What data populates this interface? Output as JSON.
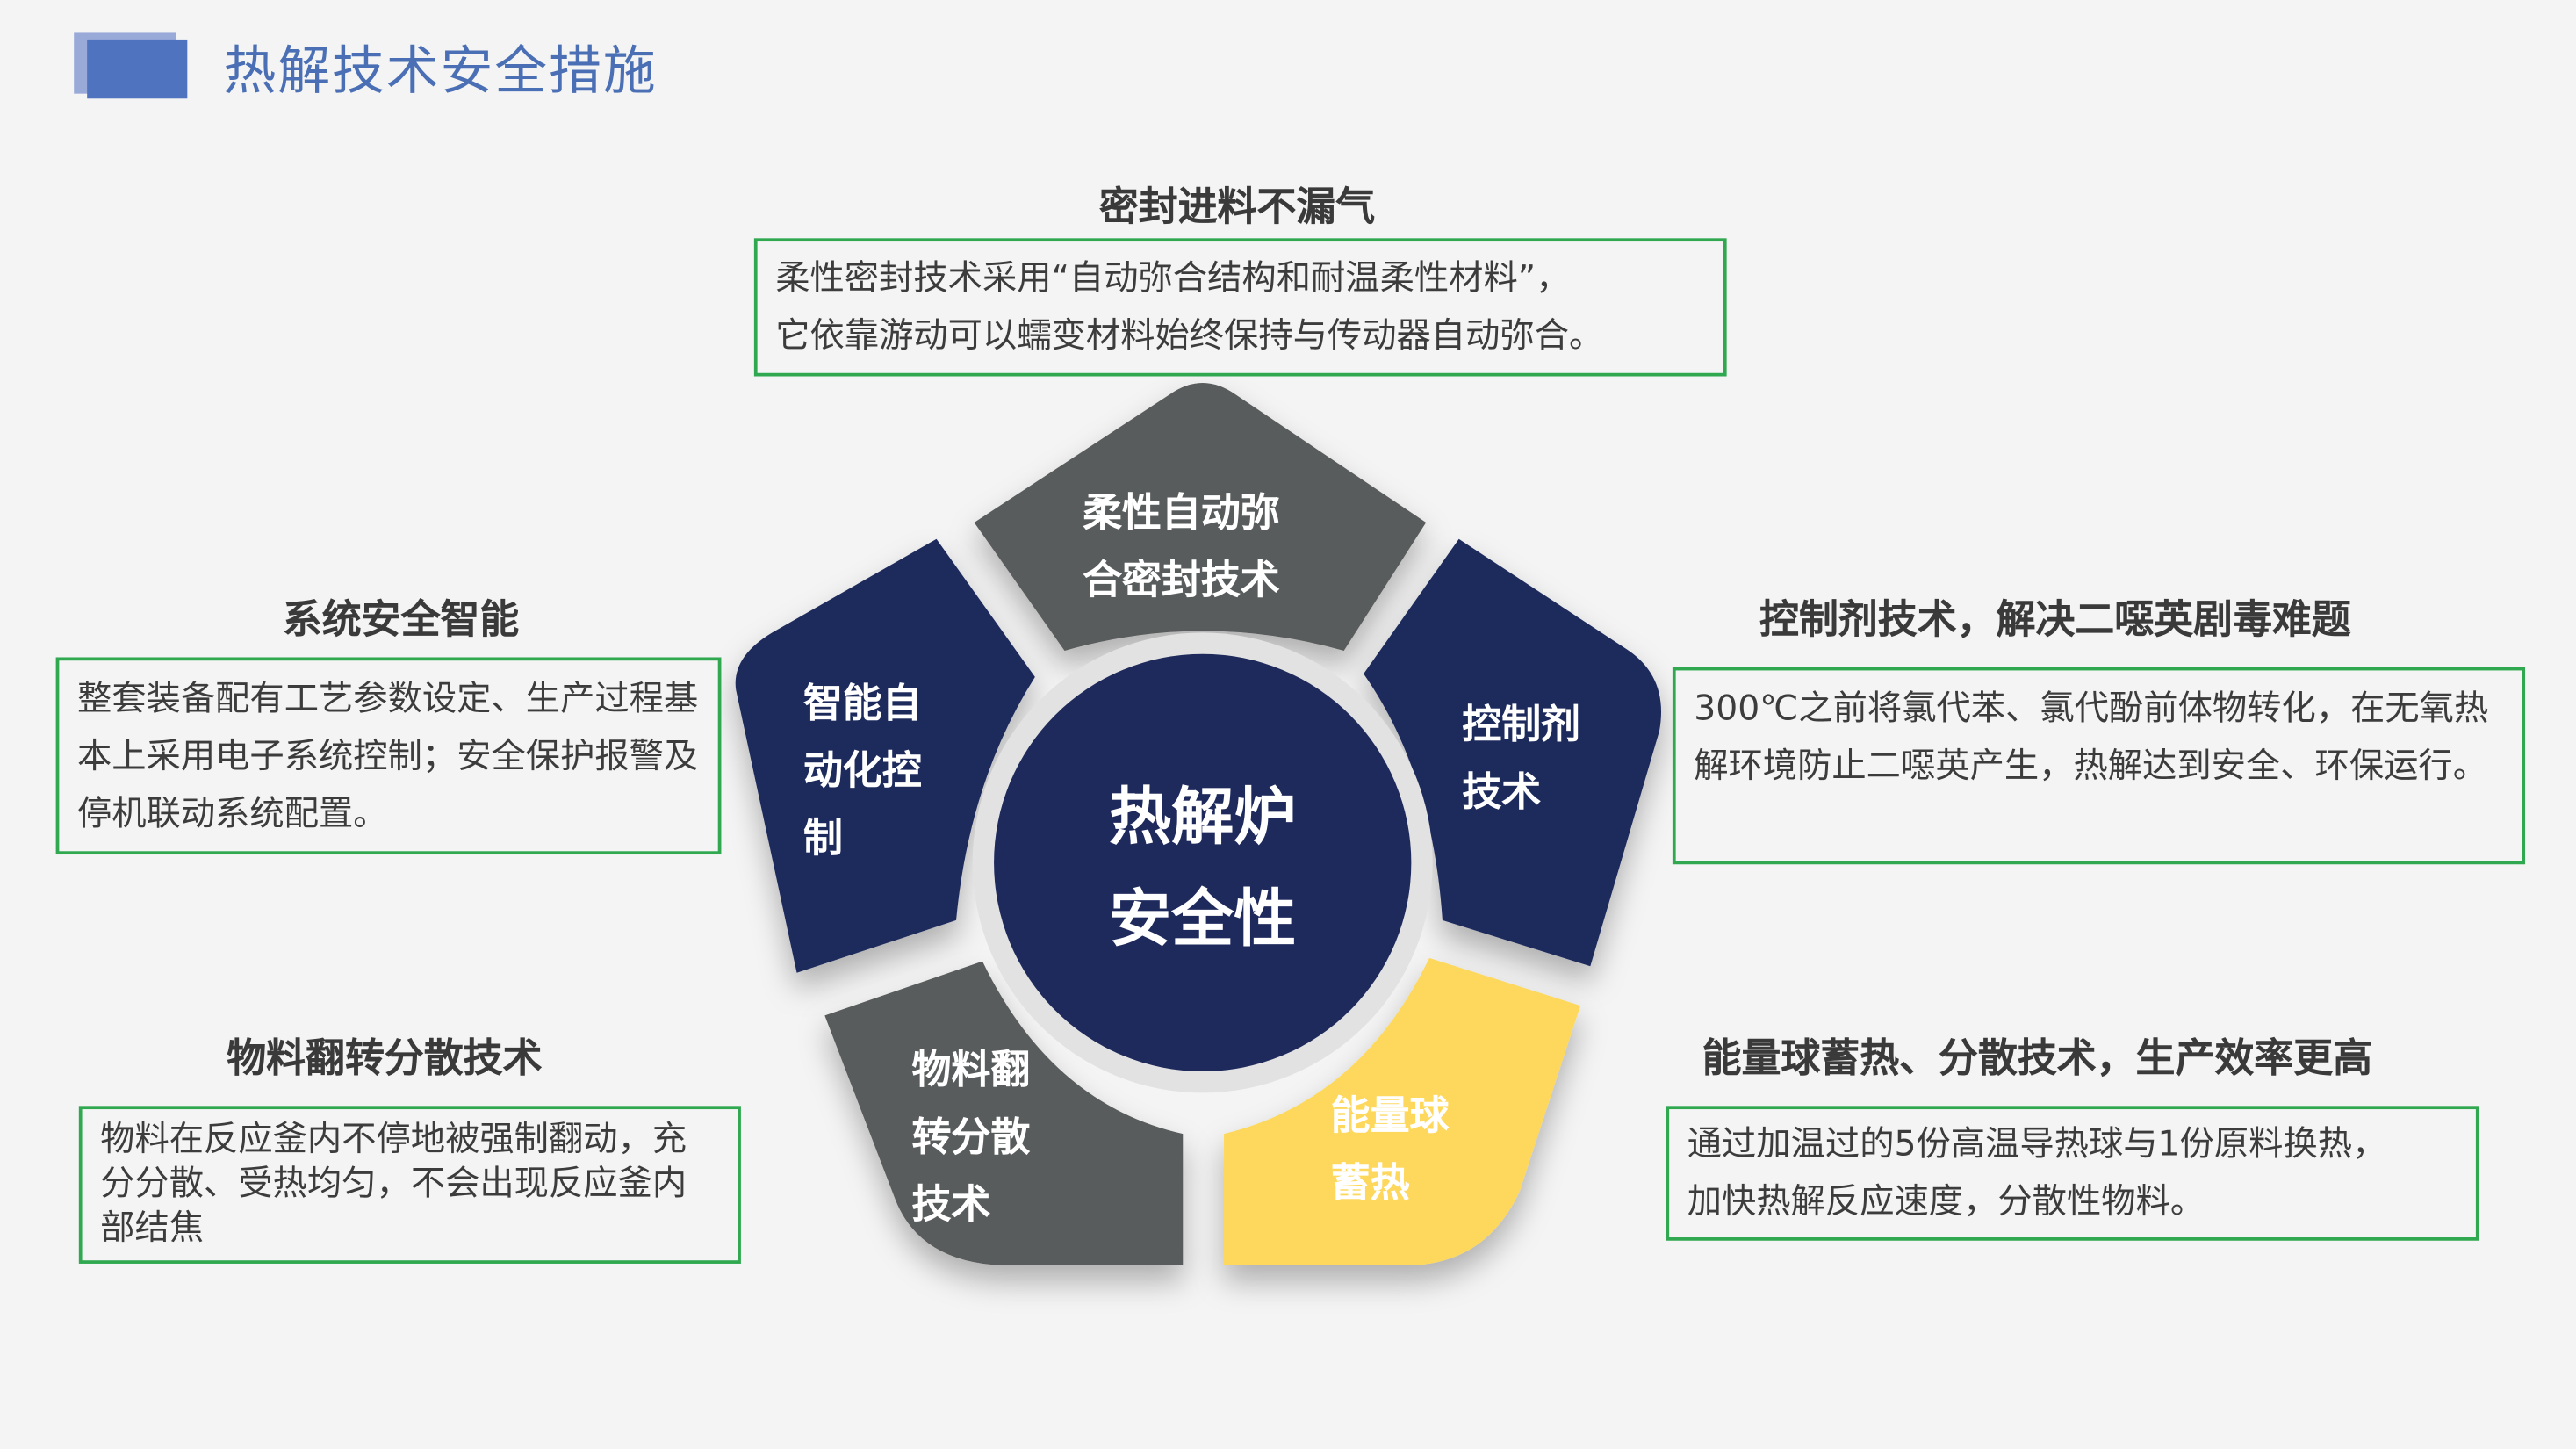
{
  "page_title": "热解技术安全措施",
  "center": {
    "line1": "热解炉",
    "line2": "安全性"
  },
  "segments": [
    {
      "name": "top",
      "line1": "柔性自动弥",
      "line2": "合密封技术",
      "color": "#595b5b"
    },
    {
      "name": "right",
      "line1": "控制剂",
      "line2": "技术",
      "color": "#1f2a5c"
    },
    {
      "name": "bottom-right",
      "line1": "能量球",
      "line2": "蓄热",
      "color": "#fdd85d"
    },
    {
      "name": "bottom-left",
      "line1": "物料翻",
      "line2": "转分散",
      "line3": "技术",
      "color": "#595b5b"
    },
    {
      "name": "left",
      "line1": "智能自",
      "line2": "动化控",
      "line3": "制",
      "color": "#1f2a5c"
    }
  ],
  "callouts": {
    "top": {
      "heading": "密封进料不漏气",
      "line1": "柔性密封技术采用“自动弥合结构和耐温柔性材料”，",
      "line2": "它依靠游动可以蠕变材料始终保持与传动器自动弥合。"
    },
    "left": {
      "heading": "系统安全智能",
      "text": "整套装备配有工艺参数设定、生产过程基本上采用电子系统控制；安全保护报警及停机联动系统配置。"
    },
    "right": {
      "heading": "控制剂技术，解决二噁英剧毒难题",
      "text": "300℃之前将氯代苯、氯代酚前体物转化，在无氧热解环境防止二噁英产生，热解达到安全、环保运行。"
    },
    "bottom_left": {
      "heading": "物料翻转分散技术",
      "text": "物料在反应釜内不停地被强制翻动，充分分散、受热均匀，不会出现反应釜内部结焦"
    },
    "bottom_right": {
      "heading": "能量球蓄热、分散技术，生产效率更高",
      "line1": "通过加温过的5份高温导热球与1份原料换热，",
      "line2": "加快热解反应速度，分散性物料。"
    }
  },
  "colors": {
    "navy": "#1f2a5c",
    "gray": "#595b5b",
    "yellow": "#fdd85d",
    "green_border": "#2fa84f",
    "title_blue": "#4a6fb5"
  }
}
